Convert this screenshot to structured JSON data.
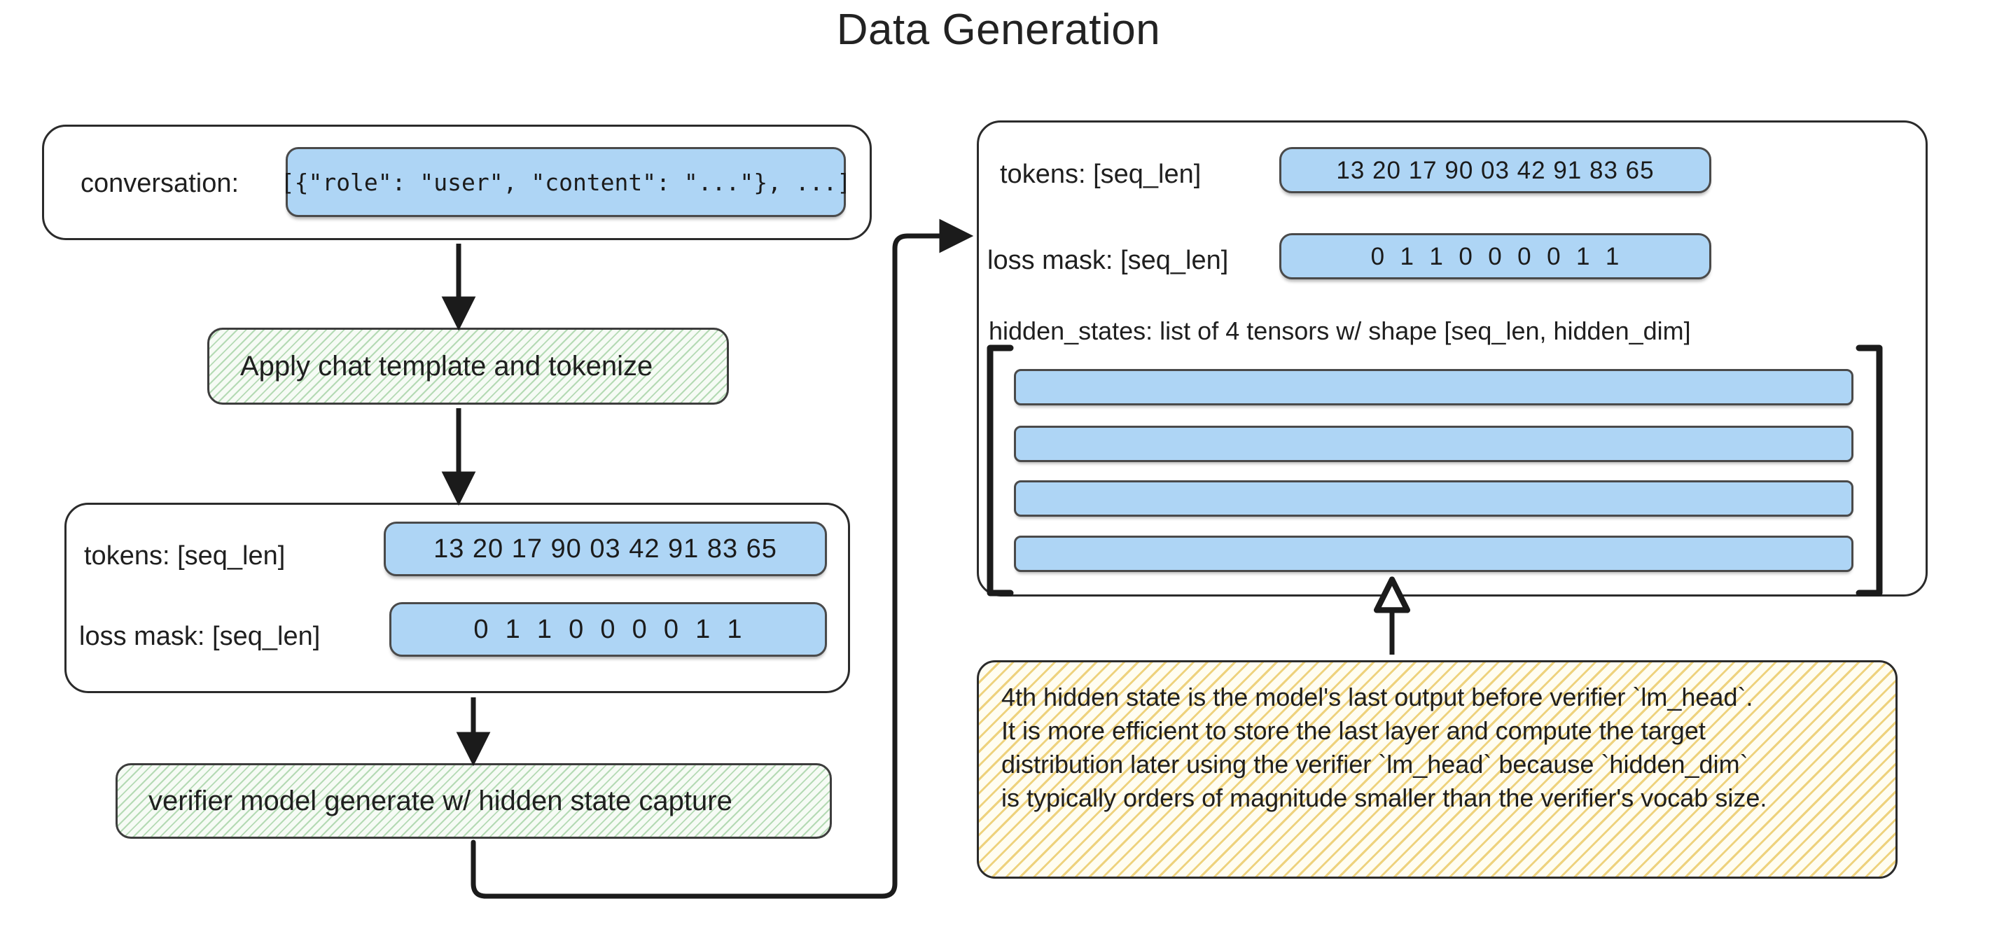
{
  "title": "Data Generation",
  "left_column": {
    "conversation_panel": {
      "label": "conversation:",
      "value": "[{\"role\": \"user\", \"content\": \"...\"}, ...]"
    },
    "step_tokenize": {
      "label": "Apply chat template and tokenize"
    },
    "tokens_panel": {
      "tokens_label": "tokens: [seq_len]",
      "tokens_value": "13 20 17 90 03 42 91 83 65",
      "loss_mask_label": "loss mask: [seq_len]",
      "loss_mask_value": "0  1  1  0  0  0  0  1  1"
    },
    "step_generate": {
      "label": "verifier model generate w/ hidden state capture"
    }
  },
  "right_column": {
    "output_panel": {
      "tokens_label": "tokens: [seq_len]",
      "tokens_value": "13 20 17 90 03 42 91 83 65",
      "loss_mask_label": "loss mask: [seq_len]",
      "loss_mask_value": "0  1  1  0  0  0  0  1  1",
      "hidden_states_caption": "hidden_states: list of 4 tensors w/ shape [seq_len, hidden_dim]",
      "hidden_state_count": 4
    },
    "note": {
      "text": "4th hidden state is the model's last output before verifier `lm_head`.\nIt is more efficient to store the last layer and compute the target\ndistribution later using the verifier `lm_head` because `hidden_dim`\nis typically orders of magnitude smaller than the verifier's vocab size."
    }
  },
  "chart_data": {
    "type": "diagram",
    "title": "Data Generation",
    "nodes": [
      {
        "id": "conversation",
        "kind": "data-panel",
        "label": "conversation:",
        "value": "[{\"role\": \"user\", \"content\": \"...\"}, ...]"
      },
      {
        "id": "tokenize",
        "kind": "process",
        "label": "Apply chat template and tokenize"
      },
      {
        "id": "tokens",
        "kind": "data-panel",
        "rows": [
          {
            "label": "tokens: [seq_len]",
            "value": "13 20 17 90 03 42 91 83 65"
          },
          {
            "label": "loss mask: [seq_len]",
            "value": "0 1 1 0 0 0 0 1 1"
          }
        ]
      },
      {
        "id": "generate",
        "kind": "process",
        "label": "verifier model generate w/ hidden state capture"
      },
      {
        "id": "output",
        "kind": "data-panel",
        "rows": [
          {
            "label": "tokens: [seq_len]",
            "value": "13 20 17 90 03 42 91 83 65"
          },
          {
            "label": "loss mask: [seq_len]",
            "value": "0 1 1 0 0 0 0 1 1"
          },
          {
            "label": "hidden_states: list of 4 tensors w/ shape [seq_len, hidden_dim]",
            "value": "4 tensors"
          }
        ]
      },
      {
        "id": "note",
        "kind": "note",
        "label": "4th hidden state is the model's last output before verifier `lm_head`."
      }
    ],
    "edges": [
      {
        "from": "conversation",
        "to": "tokenize",
        "style": "solid-arrow"
      },
      {
        "from": "tokenize",
        "to": "tokens",
        "style": "solid-arrow"
      },
      {
        "from": "tokens",
        "to": "generate",
        "style": "solid-arrow"
      },
      {
        "from": "generate",
        "to": "output",
        "style": "elbow-arrow"
      },
      {
        "from": "note",
        "to": "output",
        "style": "open-arrow"
      }
    ],
    "colors": {
      "chip_blue": "#aed5f5",
      "process_green": "#7ebe7e",
      "note_yellow": "#e8c456",
      "stroke": "#2b2b2b",
      "background": "#ffffff"
    }
  }
}
